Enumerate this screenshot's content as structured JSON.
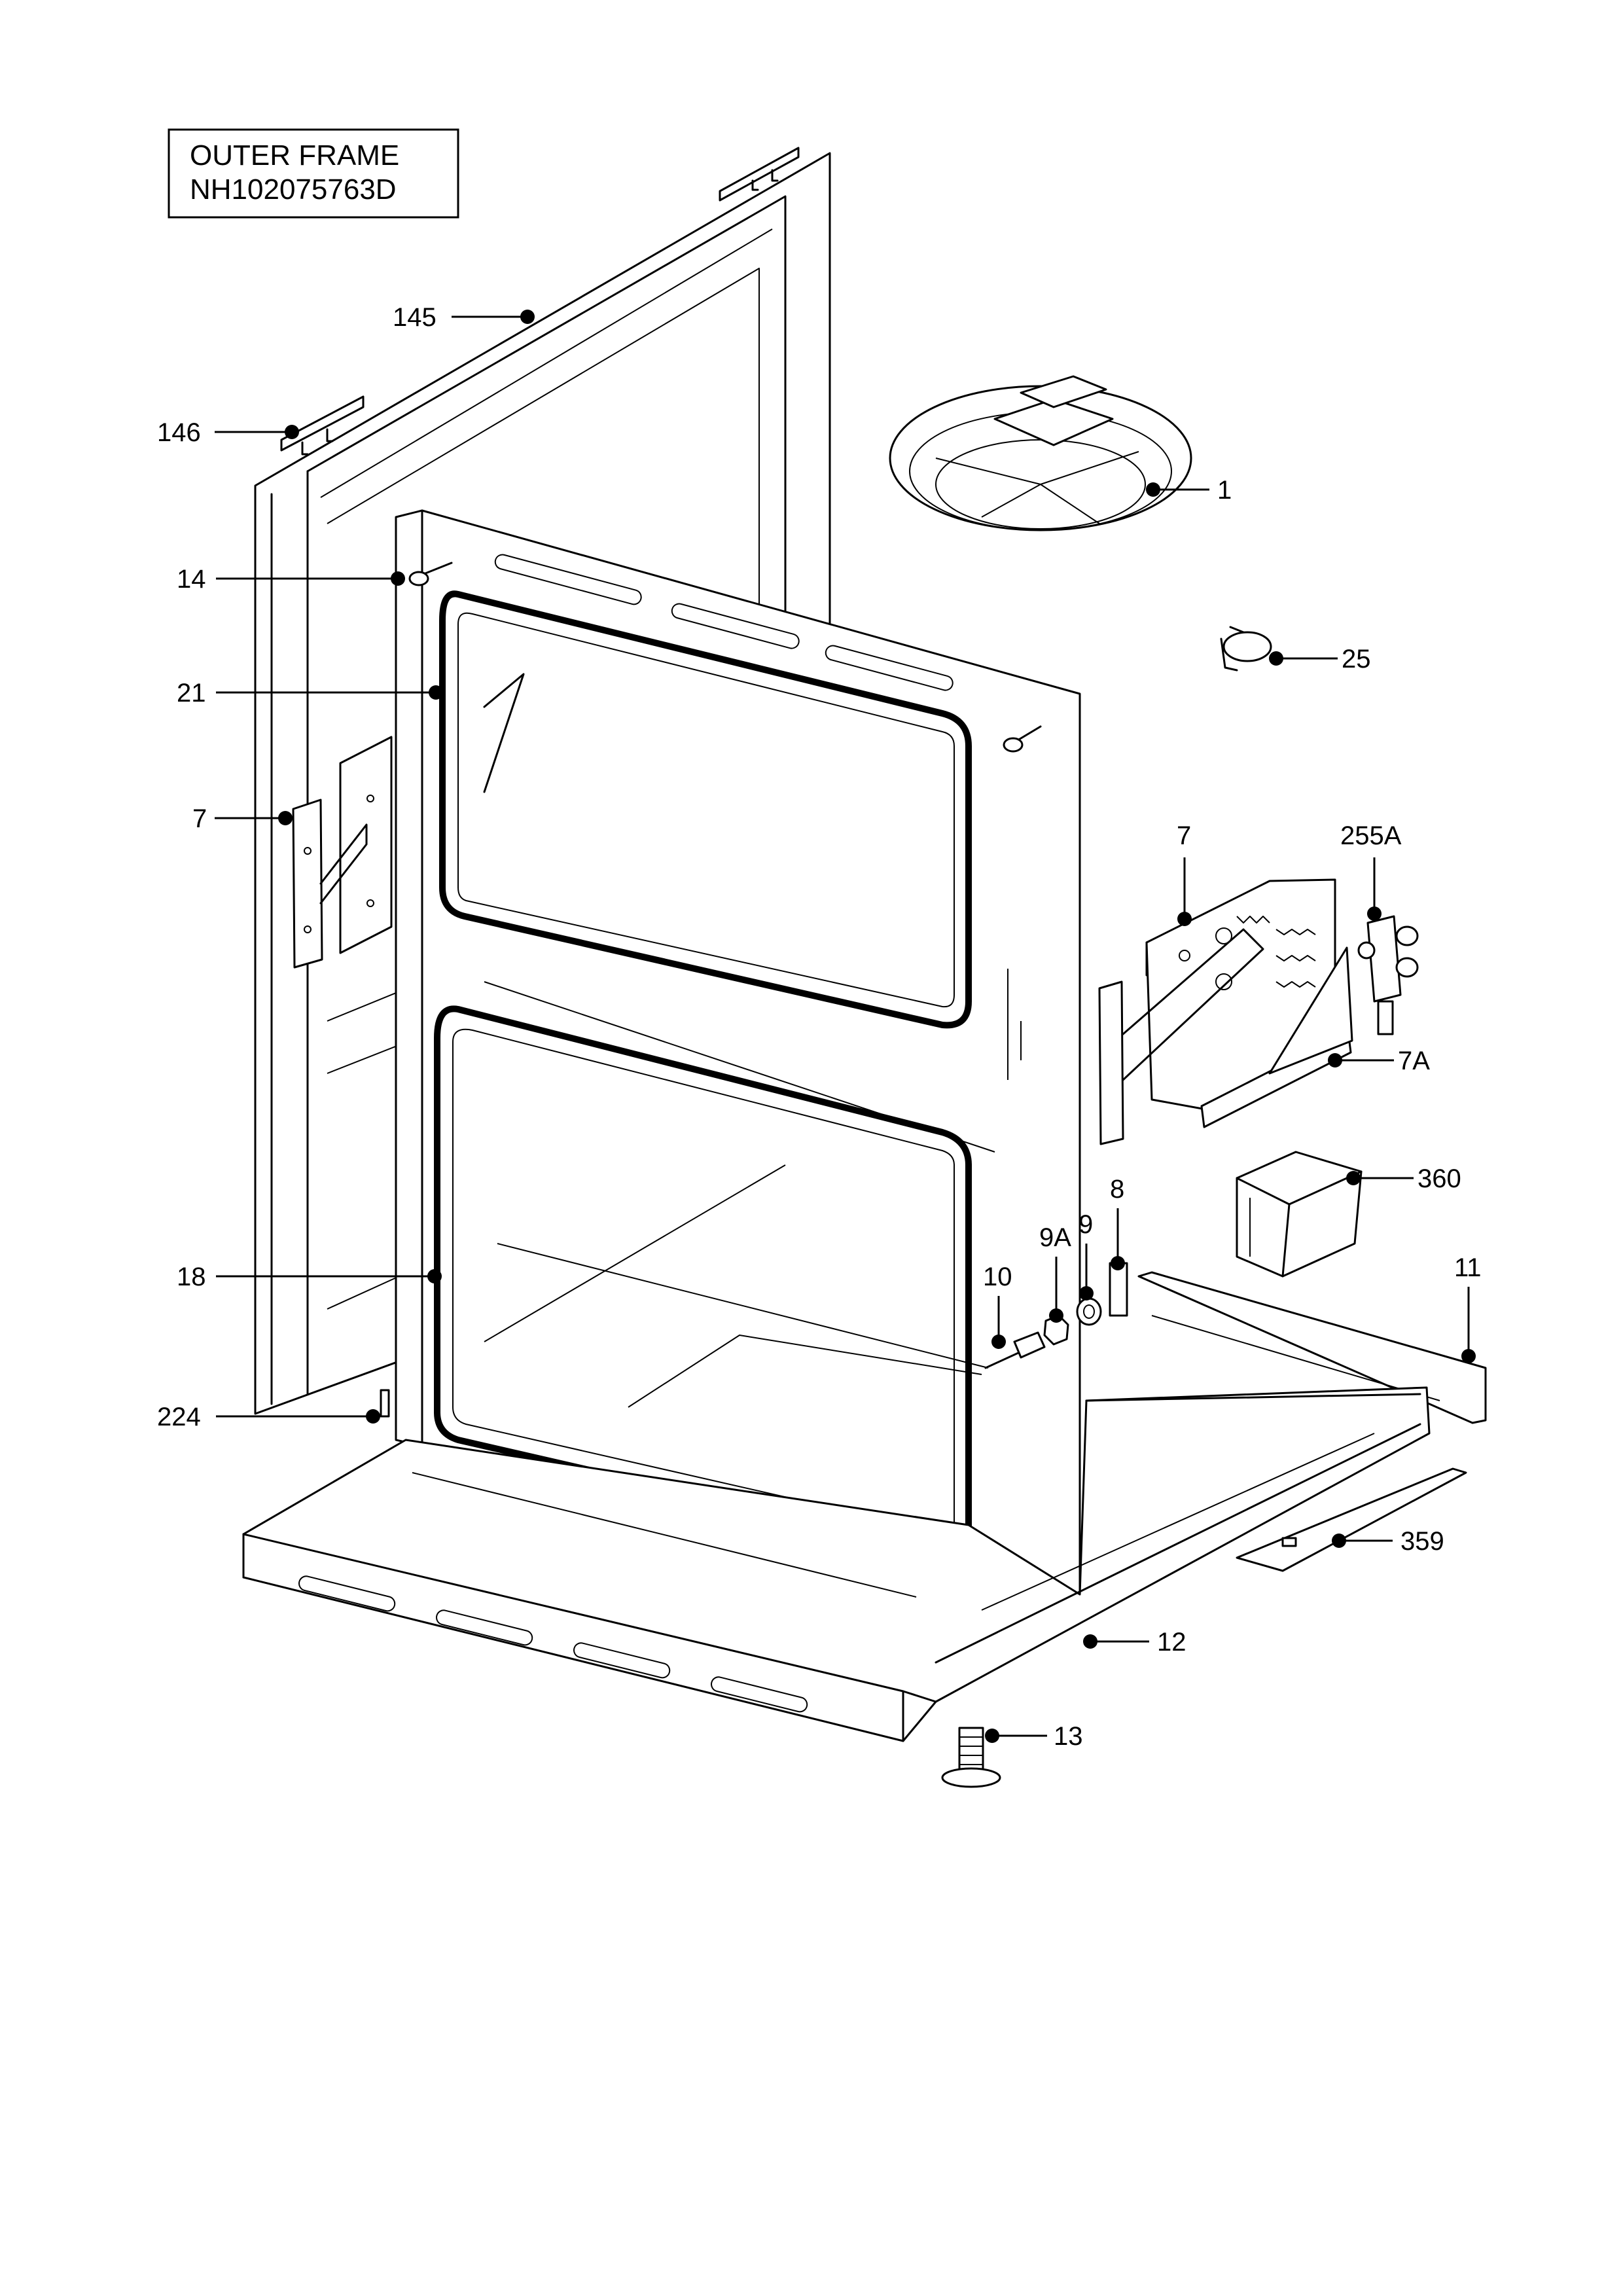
{
  "title_box": {
    "line1": "OUTER FRAME",
    "line2": "NH102075763D"
  },
  "callouts": [
    {
      "id": "c145",
      "label": "145"
    },
    {
      "id": "c146",
      "label": "146"
    },
    {
      "id": "c14",
      "label": "14"
    },
    {
      "id": "c21",
      "label": "21"
    },
    {
      "id": "c7l",
      "label": "7"
    },
    {
      "id": "c18",
      "label": "18"
    },
    {
      "id": "c224",
      "label": "224"
    },
    {
      "id": "c1",
      "label": "1"
    },
    {
      "id": "c25",
      "label": "25"
    },
    {
      "id": "c7r",
      "label": "7"
    },
    {
      "id": "c255a",
      "label": "255A"
    },
    {
      "id": "c7a",
      "label": "7A"
    },
    {
      "id": "c360",
      "label": "360"
    },
    {
      "id": "c8",
      "label": "8"
    },
    {
      "id": "c9a",
      "label": "9A"
    },
    {
      "id": "c9",
      "label": "9"
    },
    {
      "id": "c10",
      "label": "10"
    },
    {
      "id": "c11",
      "label": "11"
    },
    {
      "id": "c359",
      "label": "359"
    },
    {
      "id": "c12",
      "label": "12"
    },
    {
      "id": "c13",
      "label": "13"
    }
  ]
}
